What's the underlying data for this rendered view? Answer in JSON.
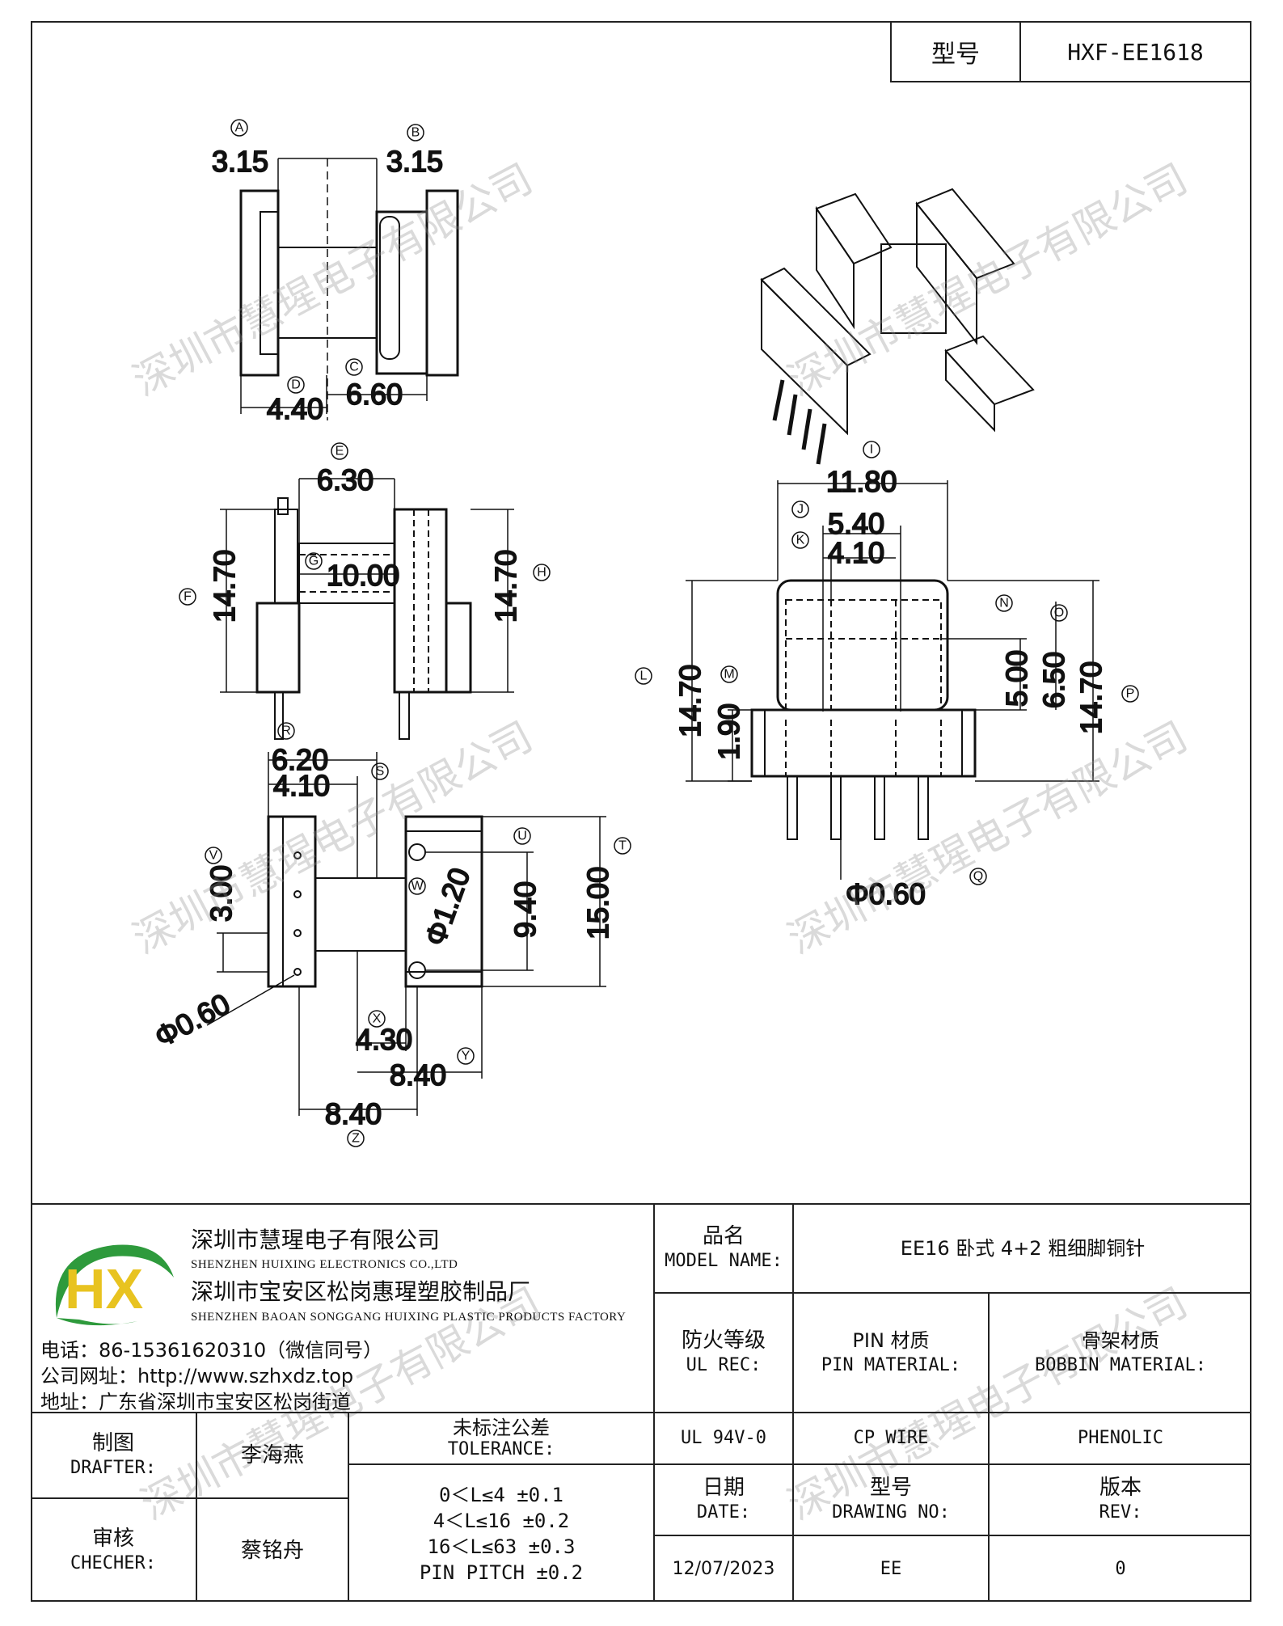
{
  "header": {
    "model_label": "型号",
    "model_value": "HXF-EE1618"
  },
  "dimensions": {
    "A": "3.15",
    "B": "3.15",
    "C": "6.60",
    "D": "4.40",
    "E": "6.30",
    "F": "14.70",
    "G": "10.00",
    "H": "14.70",
    "I": "11.80",
    "J": "5.40",
    "K": "4.10",
    "L": "14.70",
    "M": "1.90",
    "N": "5.00",
    "O": "6.50",
    "P": "14.70",
    "Q": "Φ0.60",
    "R": "6.20",
    "S": "4.10",
    "T": "15.00",
    "U": "9.40",
    "V": "3.00",
    "W": "Φ1.20",
    "X": "4.30",
    "Y": "8.40",
    "Z": "8.40",
    "pin_d": "Φ0.60"
  },
  "callouts": [
    "A",
    "B",
    "C",
    "D",
    "E",
    "F",
    "G",
    "H",
    "I",
    "J",
    "K",
    "L",
    "M",
    "N",
    "O",
    "P",
    "Q",
    "R",
    "S",
    "T",
    "U",
    "V",
    "W",
    "X",
    "Y",
    "Z"
  ],
  "watermark": "深圳市慧瑆电子有限公司",
  "company": {
    "logo_text": "HX",
    "name_cn": "深圳市慧瑆电子有限公司",
    "name_en": "SHENZHEN HUIXING ELECTRONICS CO.,LTD",
    "factory_cn": "深圳市宝安区松岗惠瑆塑胶制品厂",
    "factory_en": "SHENZHEN BAOAN SONGGANG HUIXING PLASTIC PRODUCTS FACTORY",
    "phone": "电话：86-15361620310（微信同号）",
    "website": "公司网址：http://www.szhxdz.top",
    "address": "地址：广东省深圳市宝安区松岗街道"
  },
  "titleblock": {
    "model_name_cn": "品名",
    "model_name_en": "MODEL NAME:",
    "model_name_value": "EE16 卧式 4+2 粗细脚铜针",
    "ul_cn": "防火等级",
    "ul_en": "UL REC:",
    "ul_value": "UL 94V-0",
    "pin_cn": "PIN 材质",
    "pin_en": "PIN MATERIAL:",
    "pin_value": "CP WIRE",
    "bobbin_cn": "骨架材质",
    "bobbin_en": "BOBBIN MATERIAL:",
    "bobbin_value": "PHENOLIC",
    "drafter_cn": "制图",
    "drafter_en": "DRAFTER:",
    "drafter_name": "李海燕",
    "checker_cn": "审核",
    "checker_en": "CHECHER:",
    "checker_name": "蔡铭舟",
    "tol_cn": "未标注公差",
    "tol_en": "TOLERANCE:",
    "tol_lines": [
      "0＜L≤4   ±0.1",
      "4＜L≤16  ±0.2",
      "16＜L≤63 ±0.3",
      "PIN PITCH ±0.2"
    ],
    "date_cn": "日期",
    "date_en": "DATE:",
    "date_value": "12/07/2023",
    "dwg_cn": "型号",
    "dwg_en": "DRAWING NO:",
    "dwg_value": "EE",
    "rev_cn": "版本",
    "rev_en": "REV:",
    "rev_value": "0"
  }
}
